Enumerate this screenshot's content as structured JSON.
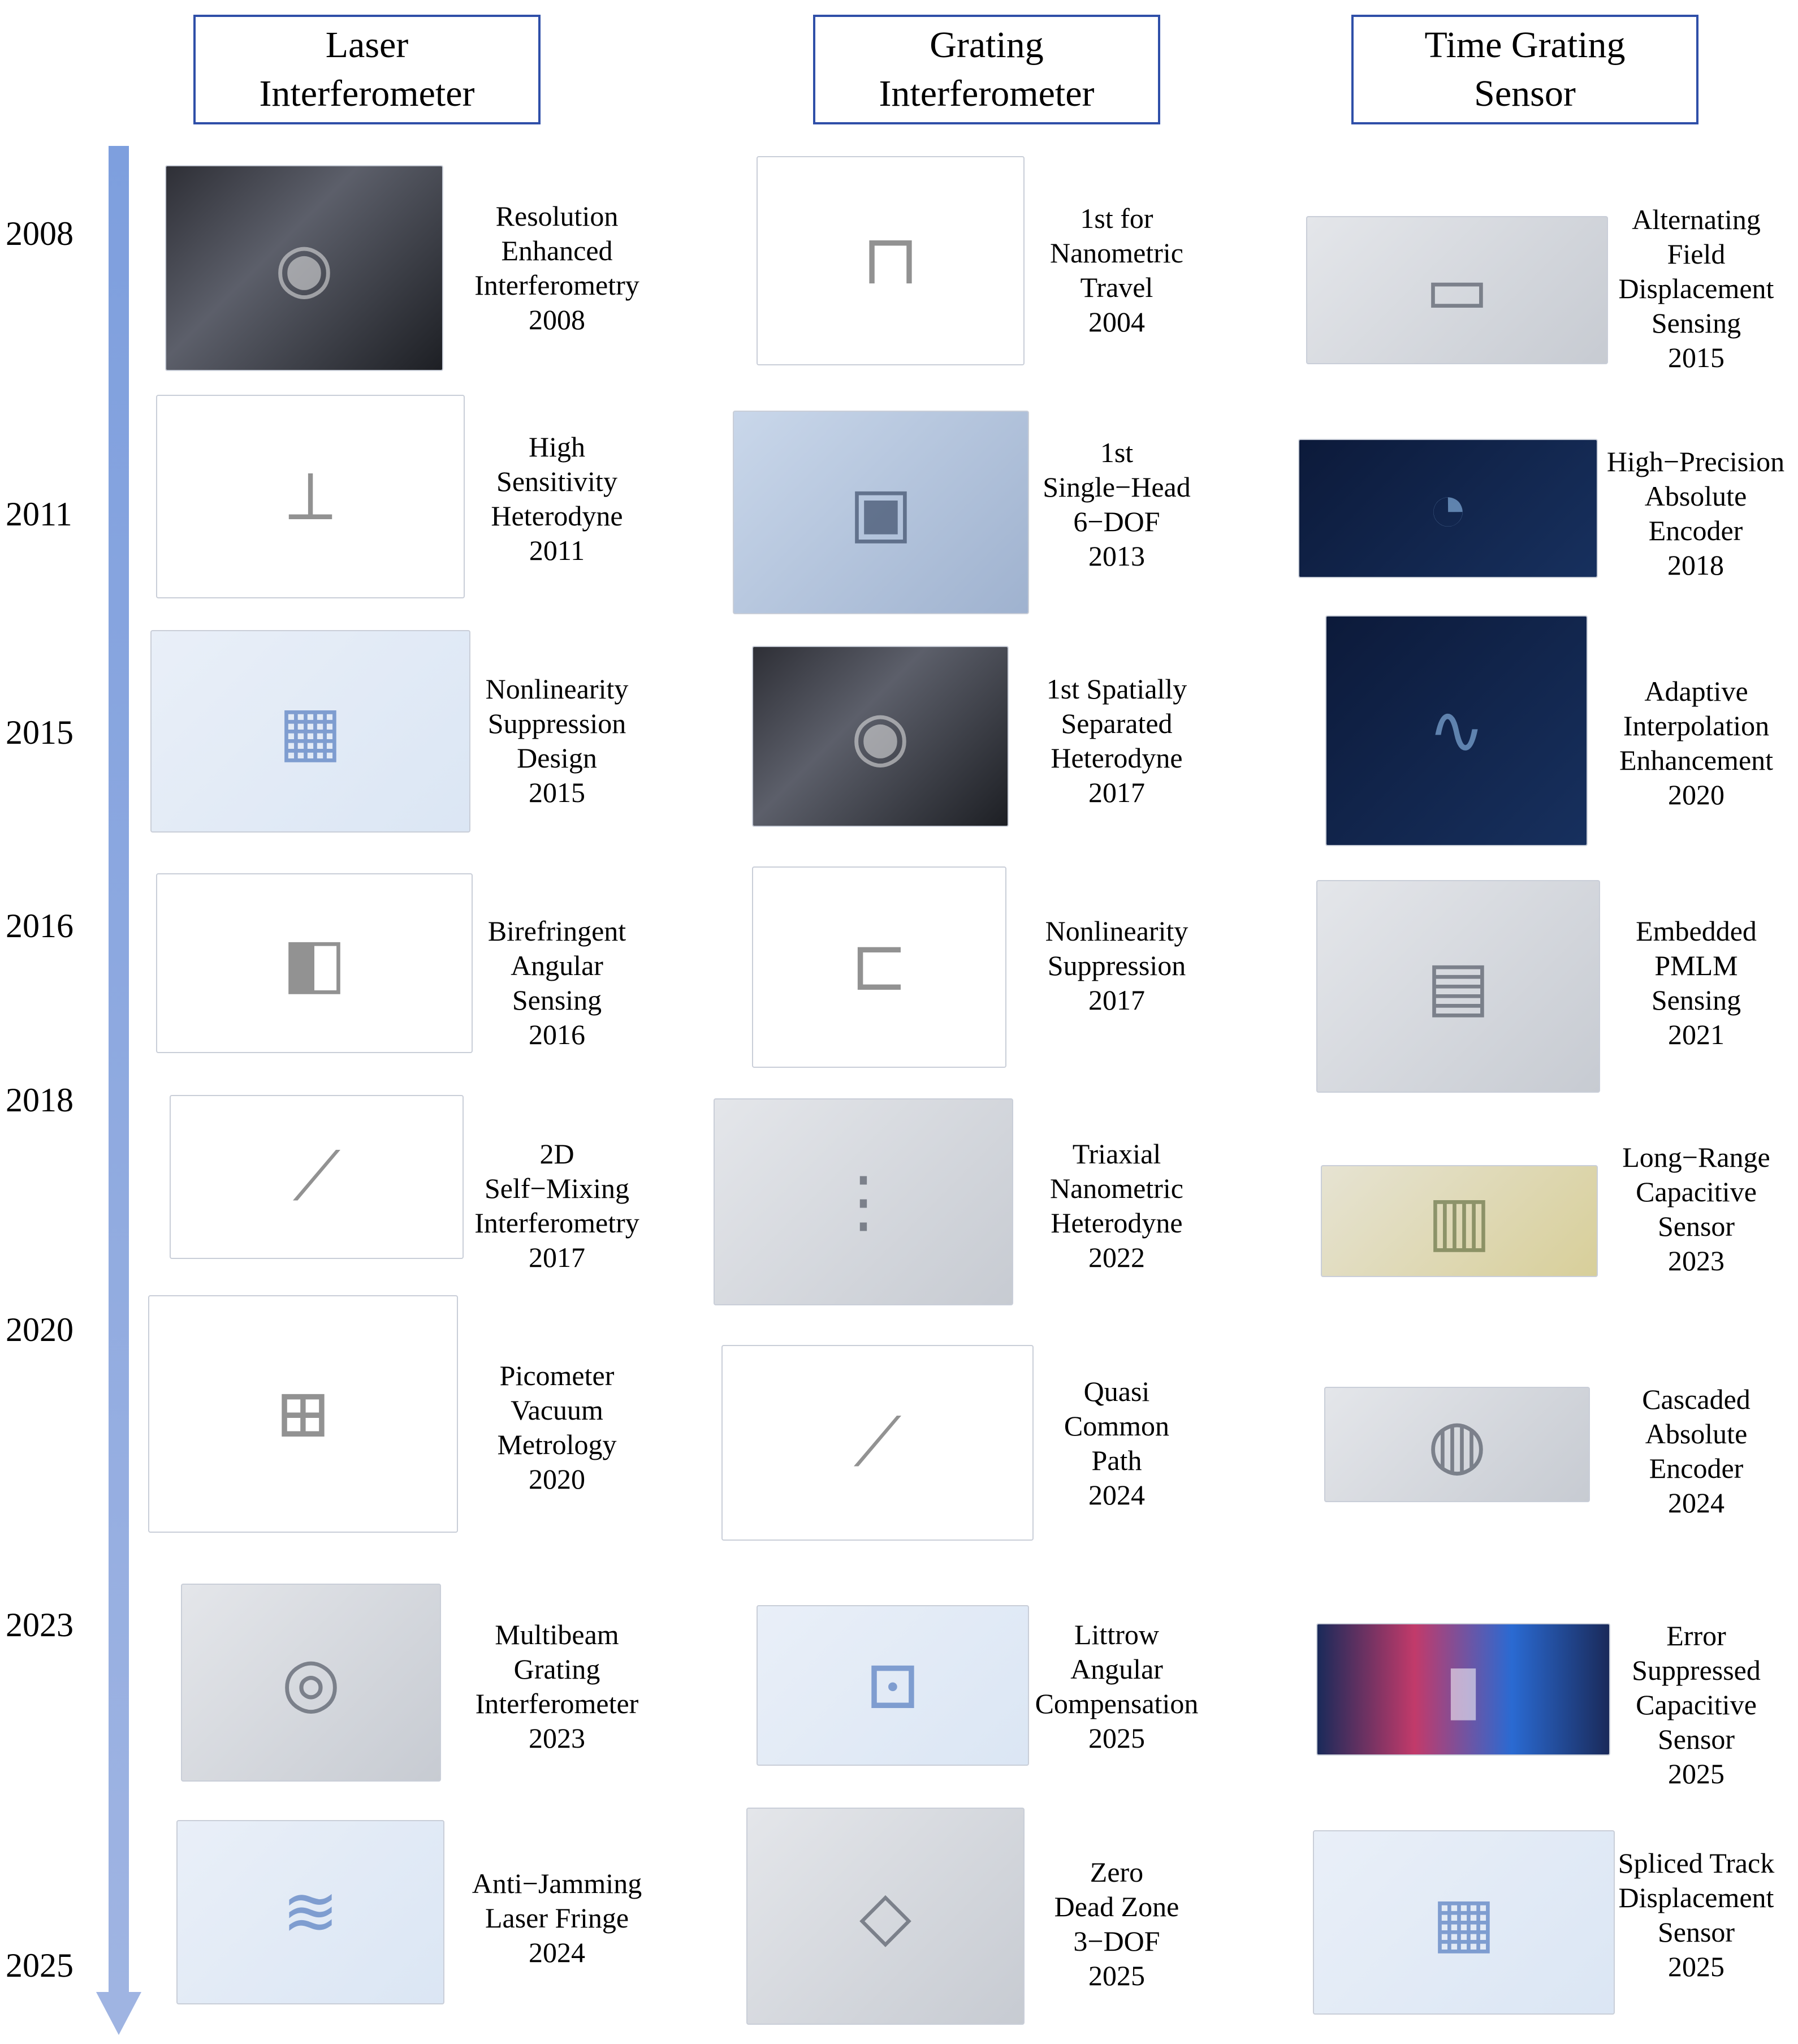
{
  "headers": [
    {
      "text": "Laser\nInterferometer"
    },
    {
      "text": "Grating\nInterferometer"
    },
    {
      "text": "Time Grating\nSensor"
    }
  ],
  "years": [
    "2008",
    "2011",
    "2015",
    "2016",
    "2018",
    "2020",
    "2023",
    "2025"
  ],
  "laser": [
    {
      "caption": "Resolution\nEnhanced\nInterferometry\n2008",
      "icon": "lab-photo-icon",
      "glyph": "◉"
    },
    {
      "caption": "High\nSensitivity\nHeterodyne\n2011",
      "icon": "optical-schematic-icon",
      "glyph": "⟂"
    },
    {
      "caption": "Nonlinearity\nSuppression\nDesign\n2015",
      "icon": "block-diagram-icon",
      "glyph": "▦"
    },
    {
      "caption": "Birefringent\nAngular\nSensing\n2016",
      "icon": "optical-setup-icon",
      "glyph": "◧"
    },
    {
      "caption": "2D\nSelf−Mixing\nInterferometry\n2017",
      "icon": "beam-path-icon",
      "glyph": "⟋"
    },
    {
      "caption": "Picometer\nVacuum\nMetrology\n2020",
      "icon": "system-schematic-icon",
      "glyph": "⊞"
    },
    {
      "caption": "Multibeam\nGrating\nInterferometer\n2023",
      "icon": "optical-bench-icon",
      "glyph": "◎"
    },
    {
      "caption": "Anti−Jamming\nLaser Fringe\n2024",
      "icon": "fringe-schematic-icon",
      "glyph": "≋"
    }
  ],
  "grating": [
    {
      "caption": "1st for\nNanometric\nTravel\n2004",
      "icon": "stage-schematic-icon",
      "glyph": "⊓"
    },
    {
      "caption": "1st\nSingle−Head\n6−DOF\n2013",
      "icon": "sensor-head-icon",
      "glyph": "▣"
    },
    {
      "caption": "1st Spatially\nSeparated\nHeterodyne\n2017",
      "icon": "lab-photo-icon",
      "glyph": "◉"
    },
    {
      "caption": "Nonlinearity\nSuppression\n2017",
      "icon": "fiber-schematic-icon",
      "glyph": "⊏"
    },
    {
      "caption": "Triaxial\nNanometric\nHeterodyne\n2022",
      "icon": "optical-table-icon",
      "glyph": "⋮"
    },
    {
      "caption": "Quasi\nCommon\nPath\n2024",
      "icon": "beam-path-icon",
      "glyph": "⟋"
    },
    {
      "caption": "Littrow\nAngular\nCompensation\n2025",
      "icon": "setup-diagram-icon",
      "glyph": "⊡"
    },
    {
      "caption": "Zero\nDead Zone\n3−DOF\n2025",
      "icon": "render-icon",
      "glyph": "◇"
    }
  ],
  "timegrating": [
    {
      "caption": "Alternating\nField\nDisplacement\nSensing\n2015",
      "icon": "track-render-icon",
      "glyph": "▭"
    },
    {
      "caption": "High−Precision\nAbsolute\nEncoder\n2018",
      "icon": "disc-encoder-icon",
      "glyph": "◔"
    },
    {
      "caption": "Adaptive\nInterpolation\nEnhancement\n2020",
      "icon": "waveform-icon",
      "glyph": "∿"
    },
    {
      "caption": "Embedded\nPMLM\nSensing\n2021",
      "icon": "linear-motor-icon",
      "glyph": "▤"
    },
    {
      "caption": "Long−Range\nCapacitive\nSensor\n2023",
      "icon": "ruler-electrode-icon",
      "glyph": "▥"
    },
    {
      "caption": "Cascaded\nAbsolute\nEncoder\n2024",
      "icon": "ring-encoder-icon",
      "glyph": "◍"
    },
    {
      "caption": "Error\nSuppressed\nCapacitive\nSensor\n2025",
      "icon": "electrode-spectrum-icon",
      "glyph": "▮"
    },
    {
      "caption": "Spliced Track\nDisplacement\nSensor\n2025",
      "icon": "spliced-track-icon",
      "glyph": "▦"
    }
  ]
}
